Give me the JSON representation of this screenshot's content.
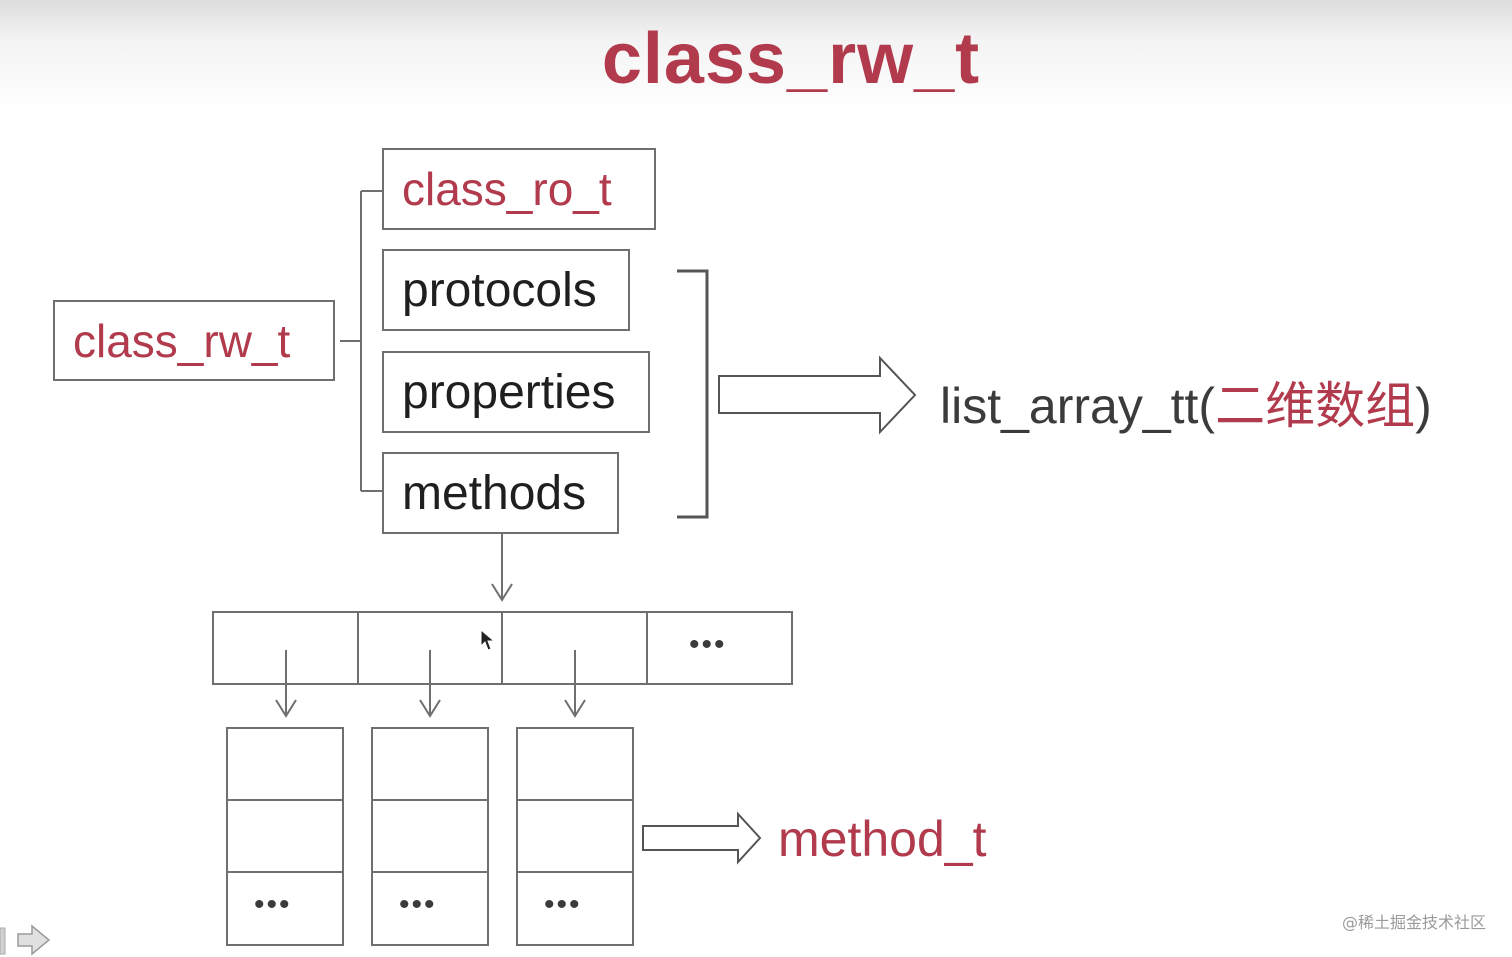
{
  "title": "class_rw_t",
  "root_box": {
    "label": "class_rw_t"
  },
  "members": [
    {
      "label": "class_ro_t",
      "color": "#b13a4c"
    },
    {
      "label": "protocols",
      "color": "#1f1f1f"
    },
    {
      "label": "properties",
      "color": "#1f1f1f"
    },
    {
      "label": "methods",
      "color": "#1f1f1f"
    }
  ],
  "list_array": {
    "prefix": "list_array_tt(",
    "cn": "二维数组",
    "suffix": ")"
  },
  "method_t_label": "method_t",
  "ellipsis": "•••",
  "watermark": "@稀土掘金技术社区",
  "colors": {
    "accent": "#b13a4c",
    "line": "#6f6f6f"
  }
}
